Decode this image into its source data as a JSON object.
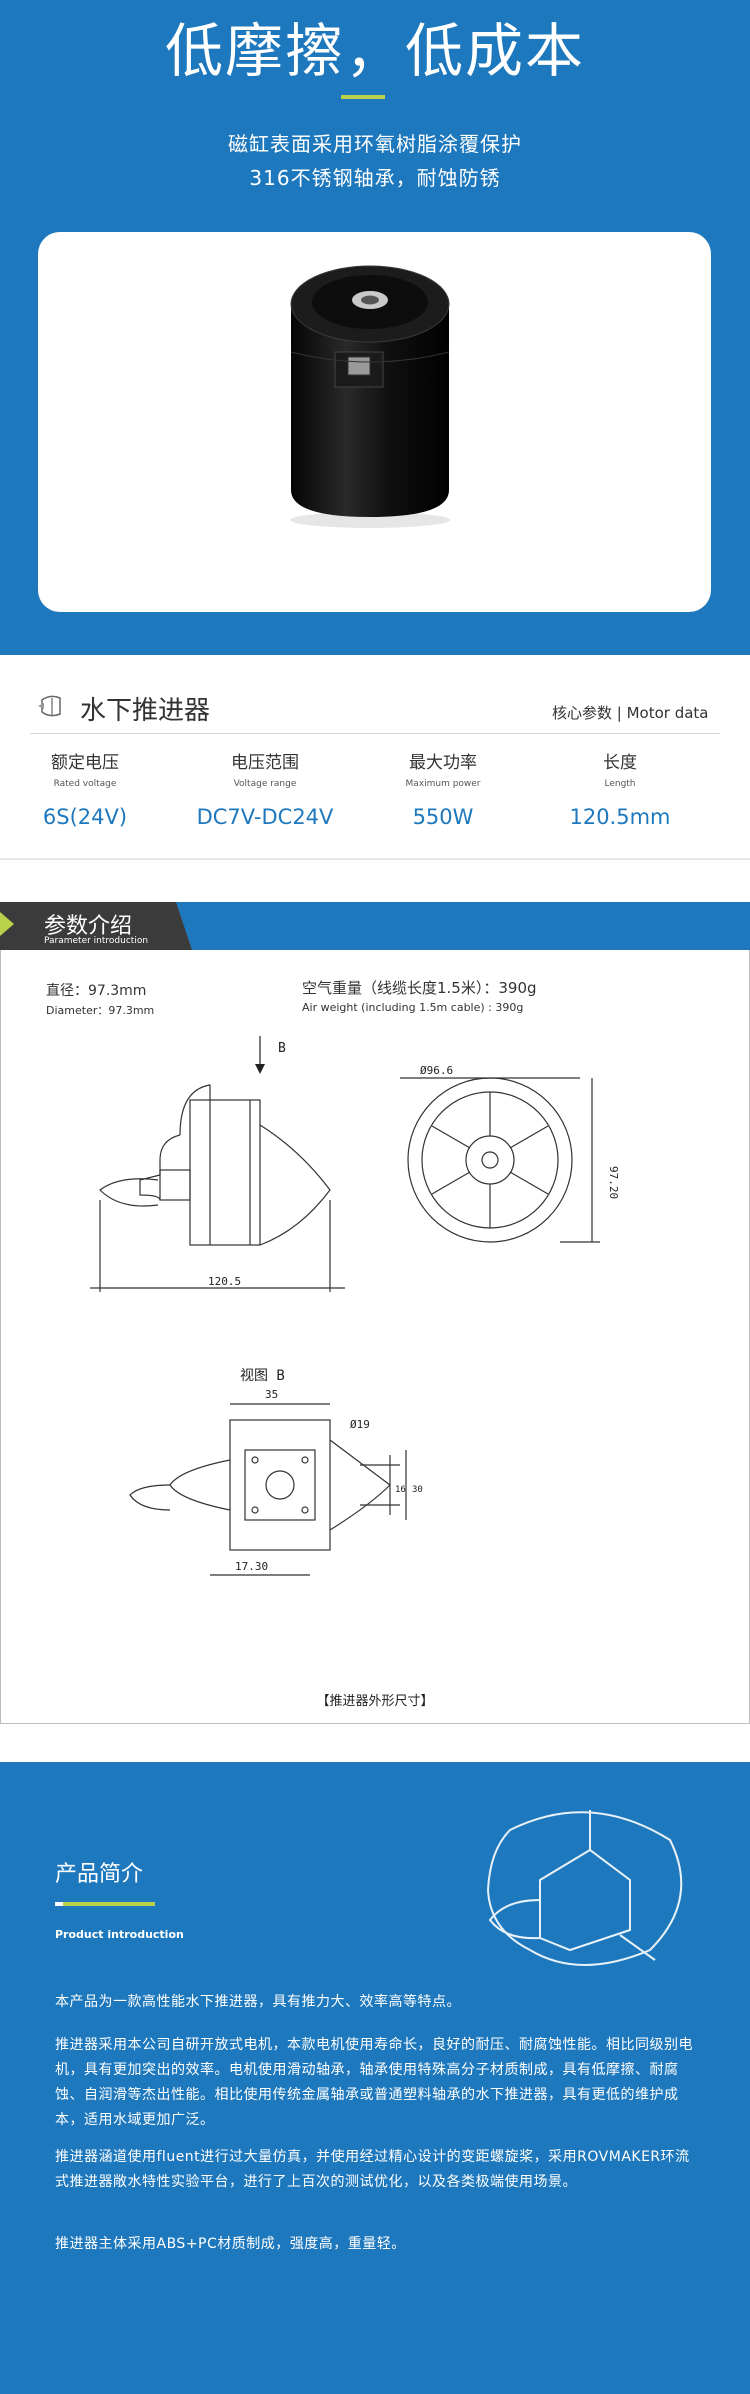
{
  "hero": {
    "title": "低摩擦，低成本",
    "line1": "磁缸表面采用环氧树脂涂覆保护",
    "line2": "316不锈钢轴承，耐蚀防锈"
  },
  "specs": {
    "title": "水下推进器",
    "subtitle": "核心参数 | Motor data",
    "items": [
      {
        "label": "额定电压",
        "label_en": "Rated voltage",
        "value": "6S(24V)"
      },
      {
        "label": "电压范围",
        "label_en": "Voltage range",
        "value": "DC7V-DC24V"
      },
      {
        "label": "最大功率",
        "label_en": "Maximum power",
        "value": "550W"
      },
      {
        "label": "长度",
        "label_en": "Length",
        "value": "120.5mm"
      }
    ]
  },
  "parameters": {
    "title": "参数介绍",
    "subtitle": "Parameter introduction",
    "diameter_zh": "直径：97.3mm",
    "diameter_en": "Diameter：97.3mm",
    "air_weight_zh": "空气重量（线缆长度1.5米）：390g",
    "air_weight_en": "Air weight (including 1.5m cable) : 390g",
    "drawing": {
      "view_arrow": "B",
      "dim_length": "120.5",
      "dim_dia_small": "Ø96.6",
      "dim_height": "97.20",
      "view_title": "视图 B",
      "dim_35": "35",
      "dim_phi19": "Ø19",
      "dim_16": "16",
      "dim_30": "30",
      "dim_1730": "17.30"
    },
    "caption": "【推进器外形尺寸】"
  },
  "intro": {
    "title": "产品简介",
    "subtitle": "Product introduction",
    "paragraphs": [
      "本产品为一款高性能水下推进器，具有推力大、效率高等特点。",
      "推进器采用本公司自研开放式电机，本款电机使用寿命长，良好的耐压、耐腐蚀性能。相比同级别电机，具有更加突出的效率。电机使用滑动轴承，轴承使用特殊高分子材质制成，具有低摩擦、耐腐蚀、自润滑等杰出性能。相比使用传统金属轴承或普通塑料轴承的水下推进器，具有更低的维护成本，适用水域更加广泛。",
      "推进器涵道使用fluent进行过大量仿真，并使用经过精心设计的变距螺旋桨，采用ROVMAKER环流式推进器敞水特性实验平台，进行了上百次的测试优化，以及各类极端使用场景。",
      "推进器主体采用ABS+PC材质制成，强度高，重量轻。"
    ]
  },
  "colors": {
    "brand_blue": "#1e78bd",
    "accent_green": "#b9d24a",
    "dark_tab": "#3b3b3b"
  }
}
